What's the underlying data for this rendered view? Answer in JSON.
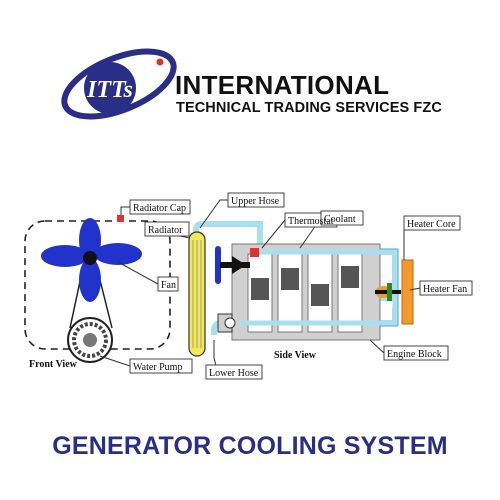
{
  "brand": {
    "logo_text": "ITTs",
    "name_line1": "INTERNATIONAL",
    "name_line2": "TECHNICAL TRADING SERVICES FZC",
    "logo_color": "#2b2e86",
    "logo_accent": "#e0312f"
  },
  "diagram": {
    "labels": {
      "radiator_cap": "Radiator Cap",
      "radiator": "Radiator",
      "fan": "Fan",
      "front_view": "Front View",
      "water_pump": "Water Pump",
      "upper_hose": "Upper Hose",
      "thermostat": "Thermostat",
      "coolant": "Coolant",
      "lower_hose": "Lower Hose",
      "side_view": "Side View",
      "engine_block": "Engine Block",
      "heater_core": "Heater Core",
      "heater_fan": "Heater Fan"
    },
    "colors": {
      "fan_blade": "#2233cc",
      "radiator": "#f2e85a",
      "coolant_pipe": "#a8dff0",
      "engine": "#d0d0d0",
      "heater_core": "#f39a2e",
      "thermostat": "#e23333"
    }
  },
  "caption": "GENERATOR COOLING SYSTEM"
}
